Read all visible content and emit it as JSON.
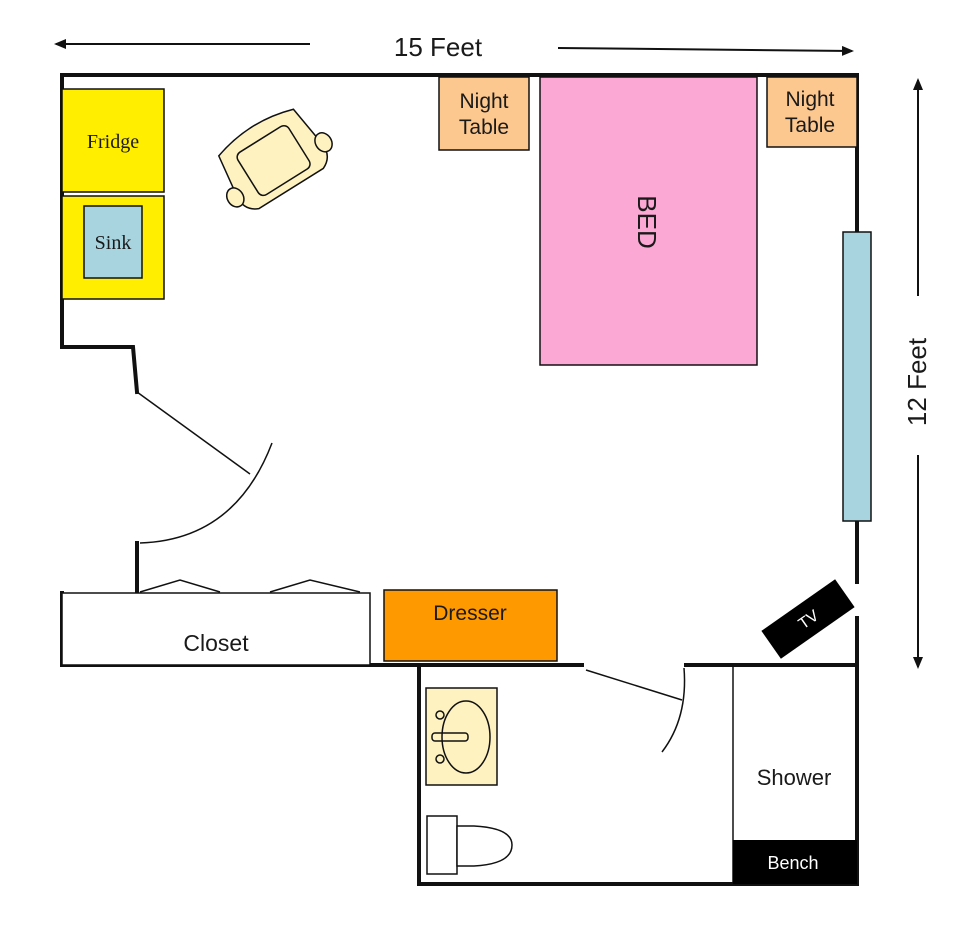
{
  "dimensions": {
    "width_label": "15 Feet",
    "height_label": "12 Feet"
  },
  "furniture": {
    "fridge": "Fridge",
    "sink": "Sink",
    "night_table_left_line1": "Night",
    "night_table_left_line2": "Table",
    "night_table_right_line1": "Night",
    "night_table_right_line2": "Table",
    "bed": "BED",
    "dresser": "Dresser",
    "closet": "Closet",
    "tv": "TV",
    "shower": "Shower",
    "bench": "Bench"
  },
  "colors": {
    "fridge": "#ffee00",
    "sink": "#a8d4e0",
    "night_table": "#fcc890",
    "bed": "#fca8d4",
    "window": "#a8d4e0",
    "dresser": "#ff9900",
    "tv": "#000000",
    "bench": "#000000",
    "chair": "#fdf2c0",
    "bath_sink": "#fdf2c0"
  }
}
